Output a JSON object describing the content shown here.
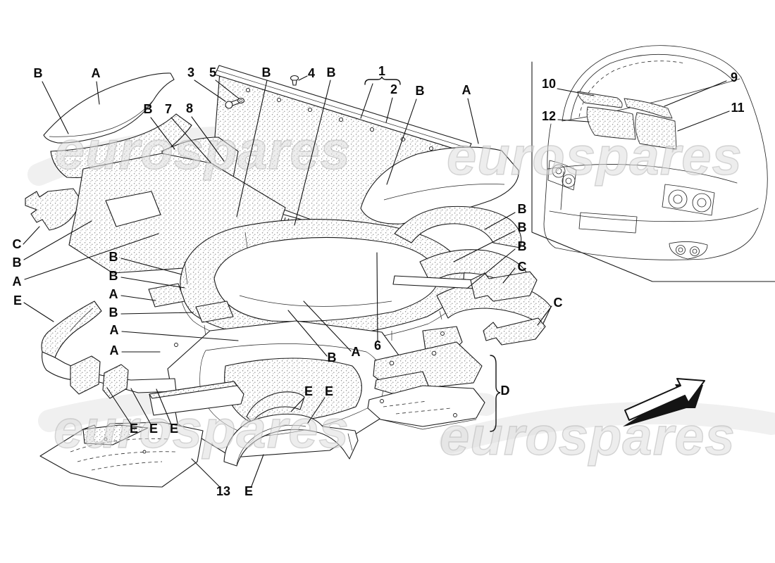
{
  "watermark": {
    "text": "eurospares"
  },
  "callouts": [
    {
      "text": "B"
    },
    {
      "text": "A"
    },
    {
      "text": "3"
    },
    {
      "text": "5"
    },
    {
      "text": "B"
    },
    {
      "text": "4"
    },
    {
      "text": "B"
    },
    {
      "text": "1"
    },
    {
      "text": "2"
    },
    {
      "text": "B"
    },
    {
      "text": "A"
    },
    {
      "text": "B"
    },
    {
      "text": "7"
    },
    {
      "text": "8"
    },
    {
      "text": "10"
    },
    {
      "text": "9"
    },
    {
      "text": "12"
    },
    {
      "text": "11"
    },
    {
      "text": "C"
    },
    {
      "text": "B"
    },
    {
      "text": "A"
    },
    {
      "text": "E"
    },
    {
      "text": "B"
    },
    {
      "text": "B"
    },
    {
      "text": "A"
    },
    {
      "text": "B"
    },
    {
      "text": "A"
    },
    {
      "text": "A"
    },
    {
      "text": "B"
    },
    {
      "text": "A"
    },
    {
      "text": "6"
    },
    {
      "text": "B"
    },
    {
      "text": "B"
    },
    {
      "text": "B"
    },
    {
      "text": "C"
    },
    {
      "text": "C"
    },
    {
      "text": "D"
    },
    {
      "text": "E"
    },
    {
      "text": "E"
    },
    {
      "text": "E"
    },
    {
      "text": "E"
    },
    {
      "text": "E"
    },
    {
      "text": "13"
    },
    {
      "text": "E"
    }
  ]
}
